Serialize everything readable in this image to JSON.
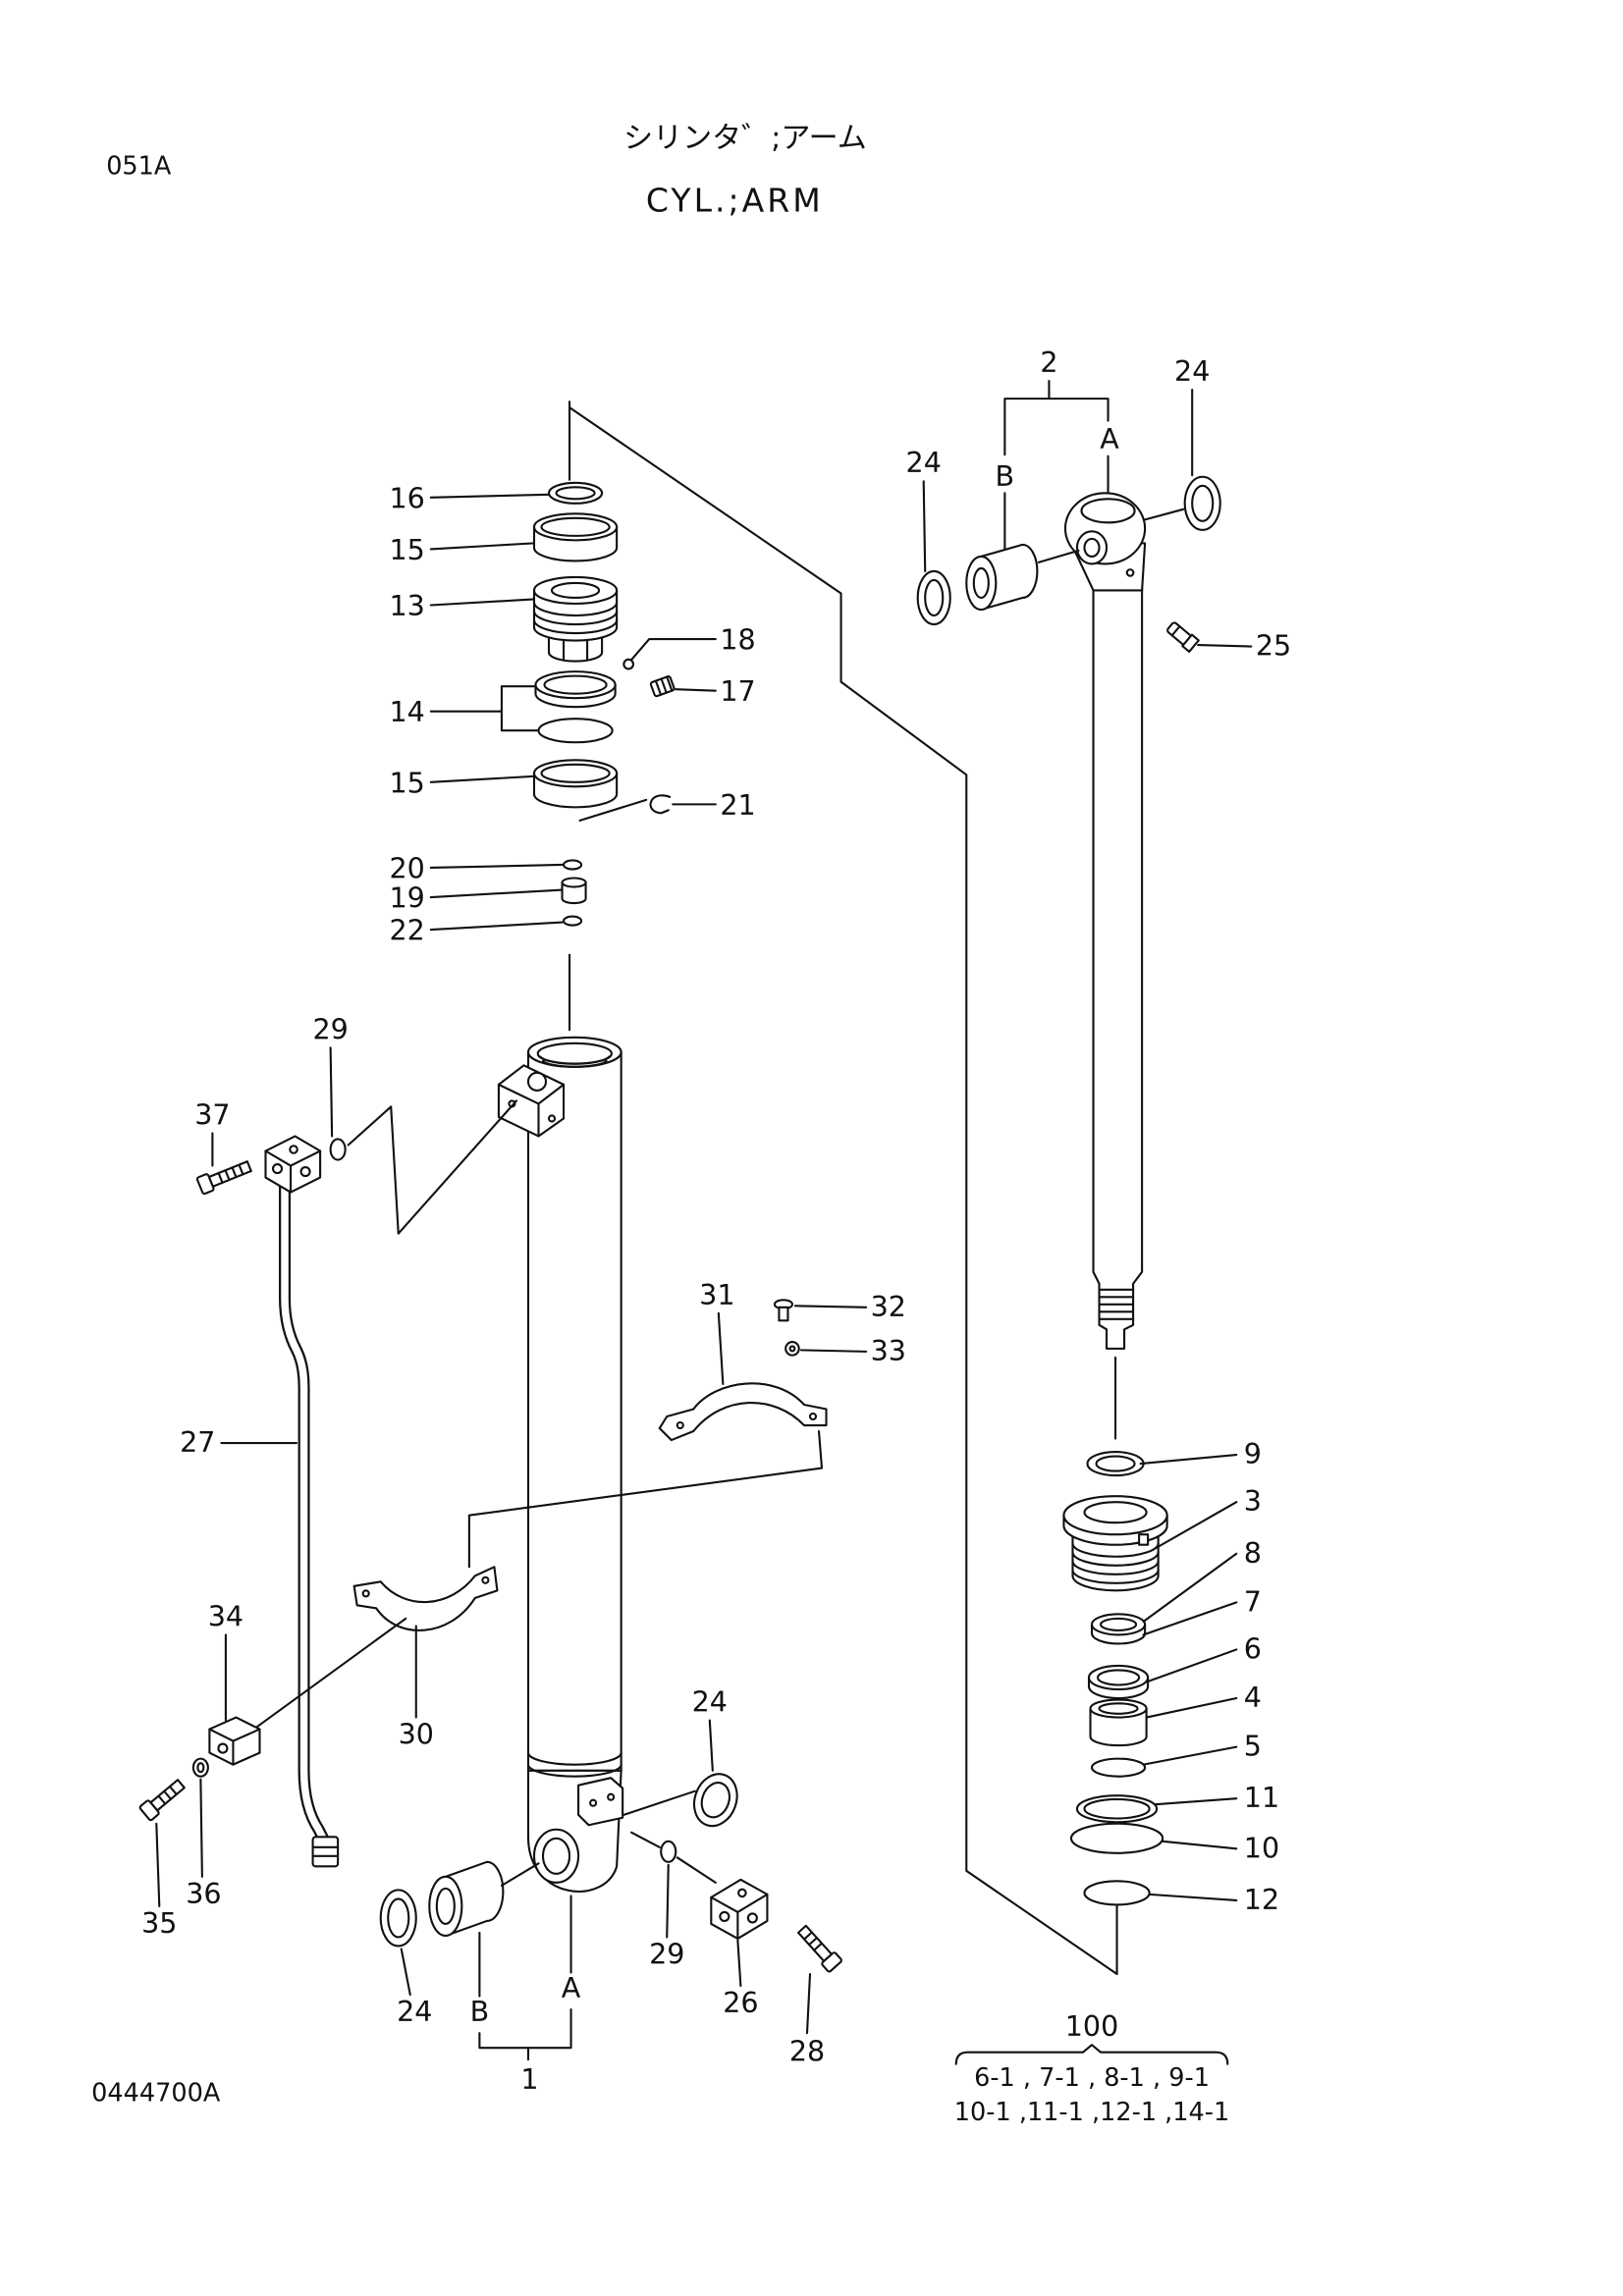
{
  "header": {
    "sheet_code": "051A",
    "title_jp": "シリンタ゛;アーム",
    "title_en": "CYL.;ARM"
  },
  "footer": {
    "drawing_number": "0444700A"
  },
  "callouts": [
    "2",
    "24",
    "A",
    "B",
    "24",
    "25",
    "16",
    "15",
    "13",
    "18",
    "17",
    "14",
    "15",
    "21",
    "20",
    "19",
    "22",
    "29",
    "37",
    "27",
    "31",
    "32",
    "33",
    "9",
    "3",
    "8",
    "7",
    "6",
    "4",
    "5",
    "11",
    "10",
    "12",
    "34",
    "30",
    "24",
    "35",
    "36",
    "24",
    "B",
    "A",
    "29",
    "26",
    "28",
    "1"
  ],
  "kit": {
    "label": "100",
    "contents": [
      "6-1 , 7-1 , 8-1 , 9-1",
      "10-1 ,11-1 ,12-1 ,14-1"
    ]
  }
}
